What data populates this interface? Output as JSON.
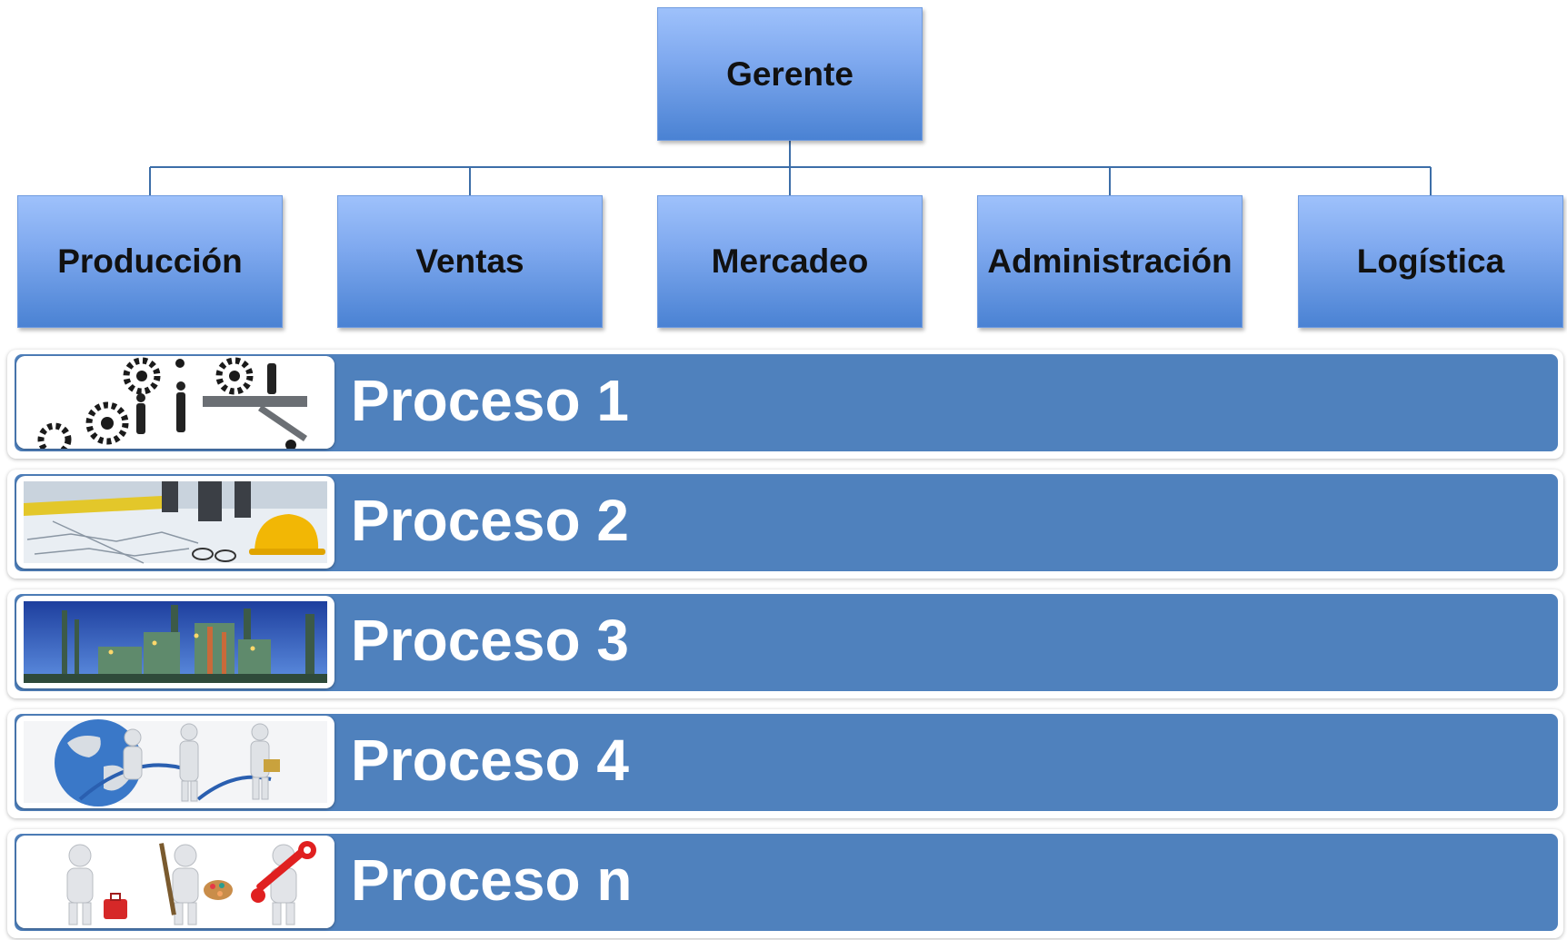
{
  "org_chart": {
    "root": {
      "label": "Gerente"
    },
    "departments": [
      {
        "label": "Producción"
      },
      {
        "label": "Ventas"
      },
      {
        "label": "Mercadeo"
      },
      {
        "label": "Administración"
      },
      {
        "label": "Logística"
      }
    ],
    "colors": {
      "box_top": "#9ec1fb",
      "box_bottom": "#4a82d3",
      "connector": "#3d6ea8",
      "band": "#4f81bd",
      "band_text": "#ffffff"
    }
  },
  "processes": [
    {
      "label": "Proceso 1",
      "image": "gears-and-workers-image"
    },
    {
      "label": "Proceso 2",
      "image": "blueprint-hardhat-image"
    },
    {
      "label": "Proceso 3",
      "image": "industrial-refinery-image"
    },
    {
      "label": "Proceso 4",
      "image": "globe-network-figures-image"
    },
    {
      "label": "Proceso n",
      "image": "tool-figures-image"
    }
  ]
}
